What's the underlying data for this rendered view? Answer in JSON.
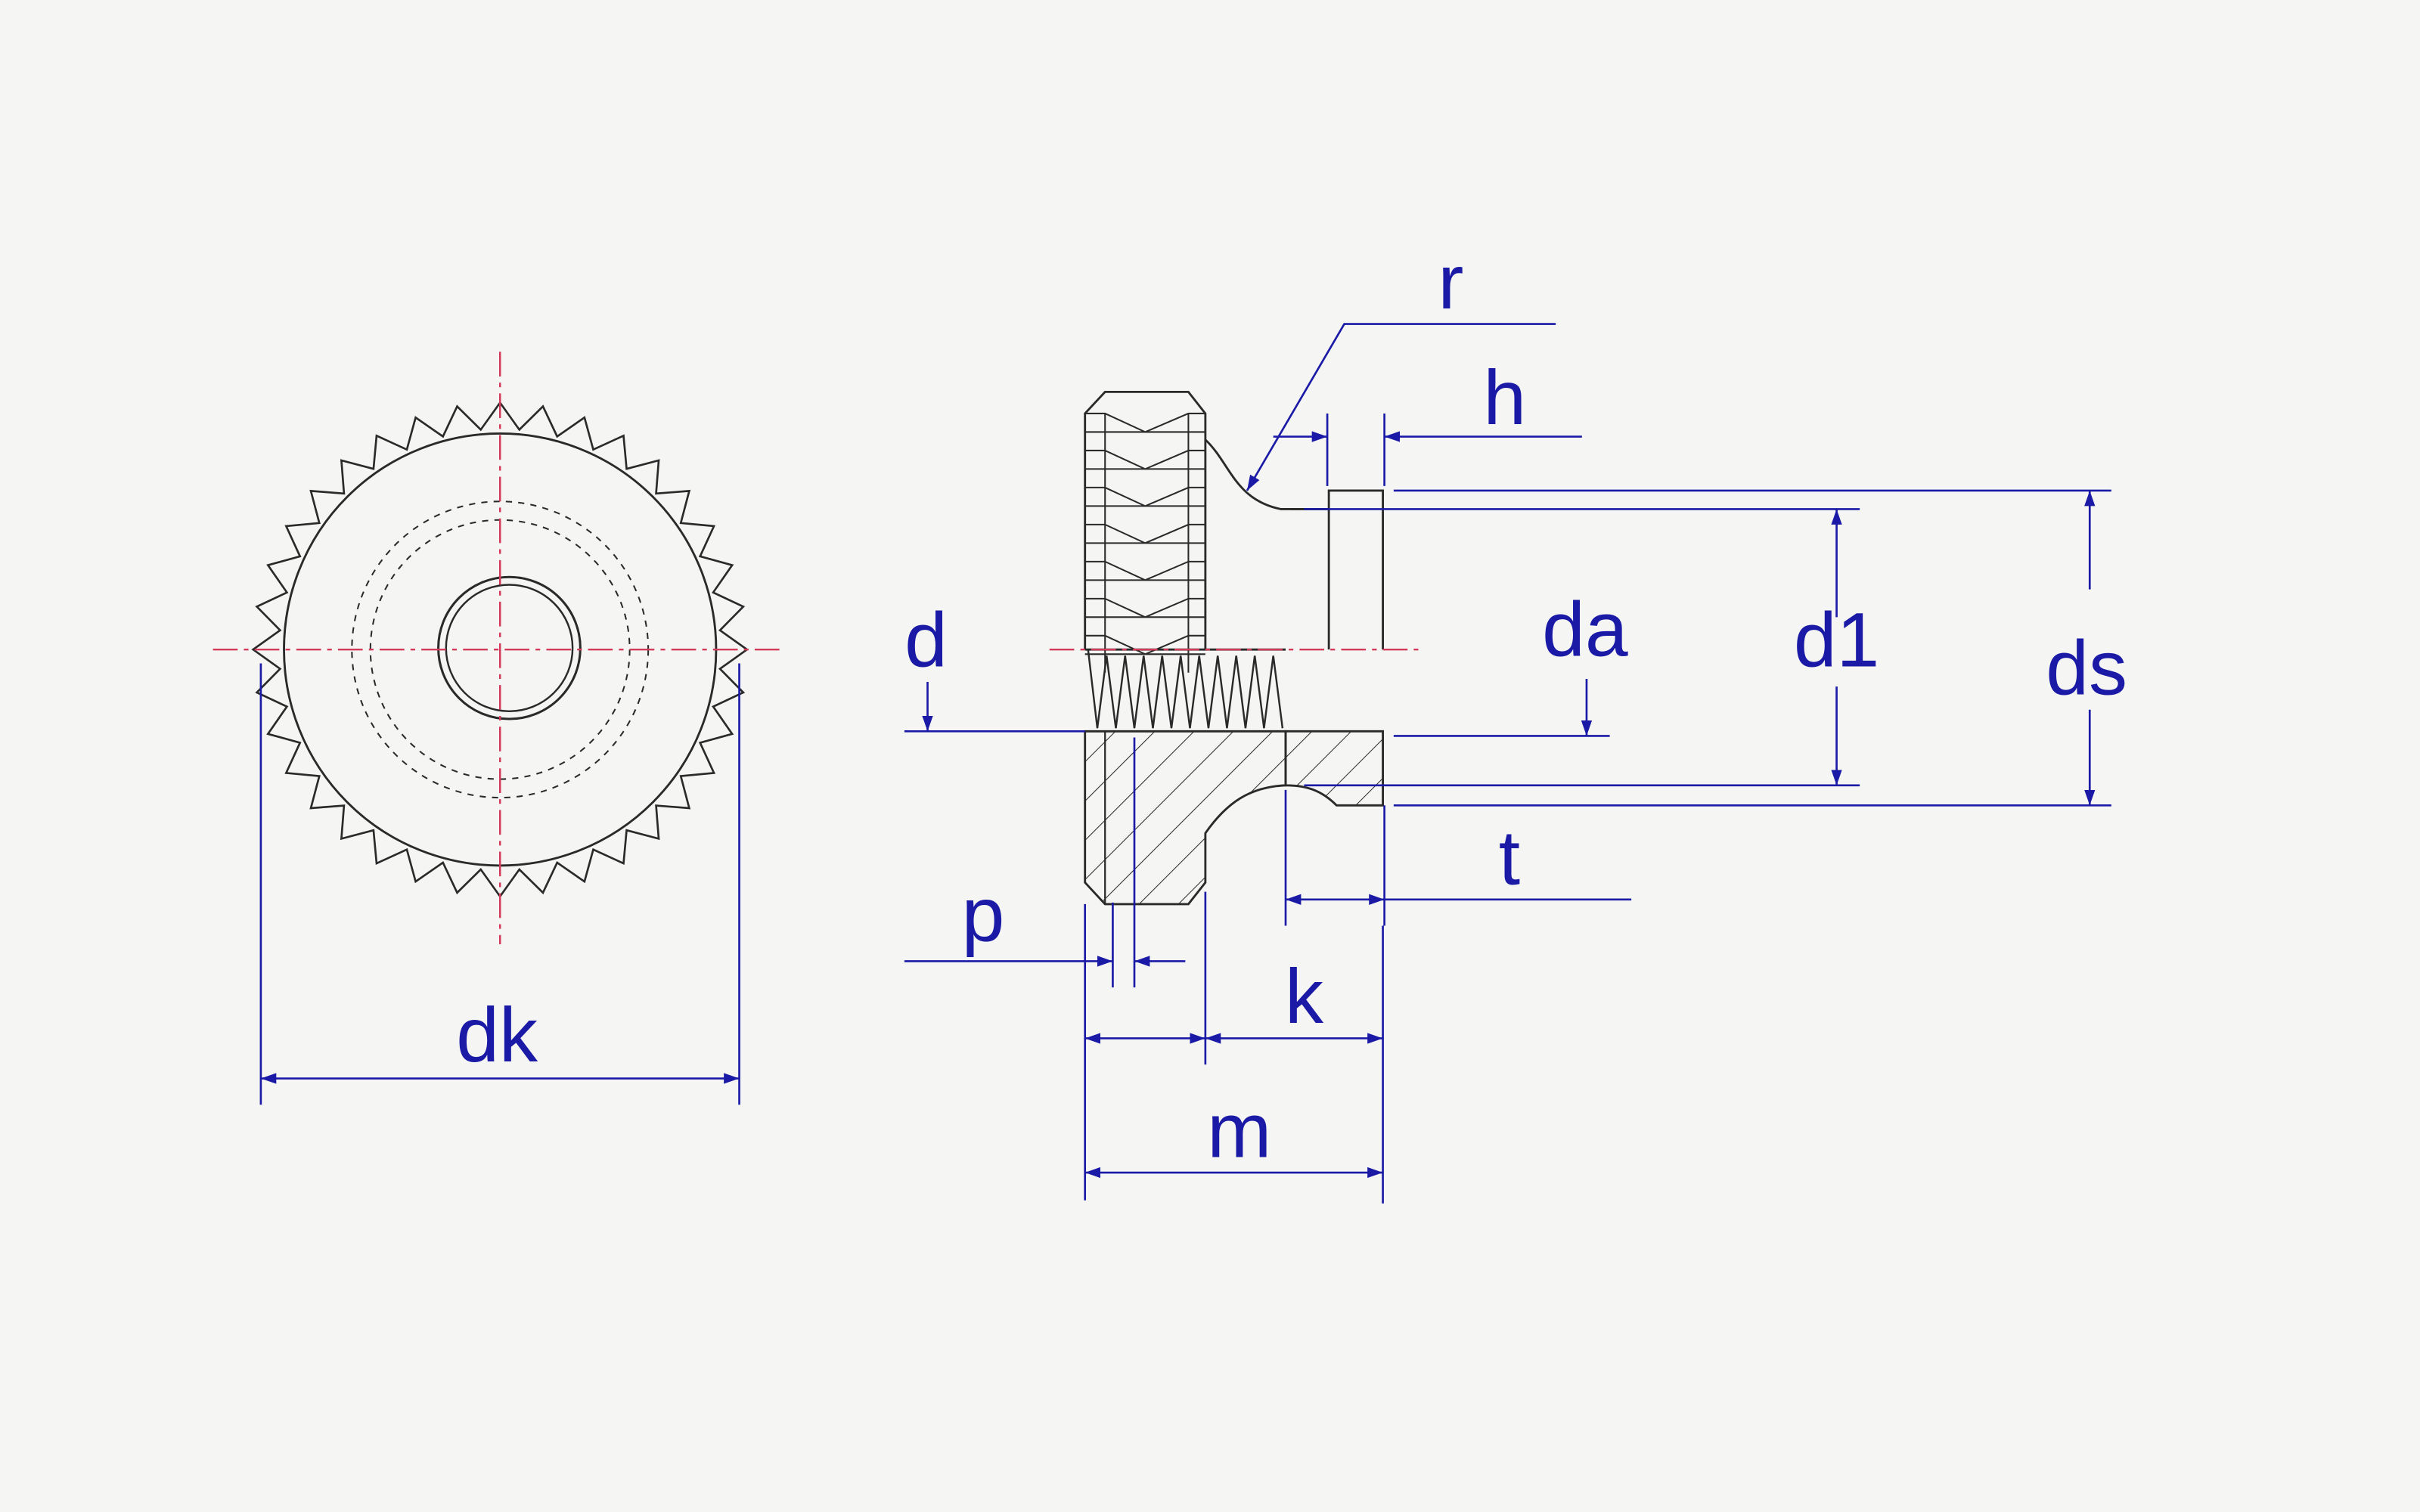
{
  "labels": {
    "dk": "dk",
    "d": "d",
    "p": "p",
    "k": "k",
    "m": "m",
    "r": "r",
    "h": "h",
    "da": "da",
    "d1": "d1",
    "ds": "ds",
    "t": "t"
  },
  "colors": {
    "outline": "#2a2a2a",
    "dimension": "#1a1aa6",
    "centerline": "#d43a5a",
    "background": "#f5f5f4"
  },
  "views": [
    "front-view-knurled-head",
    "side-section-view"
  ]
}
